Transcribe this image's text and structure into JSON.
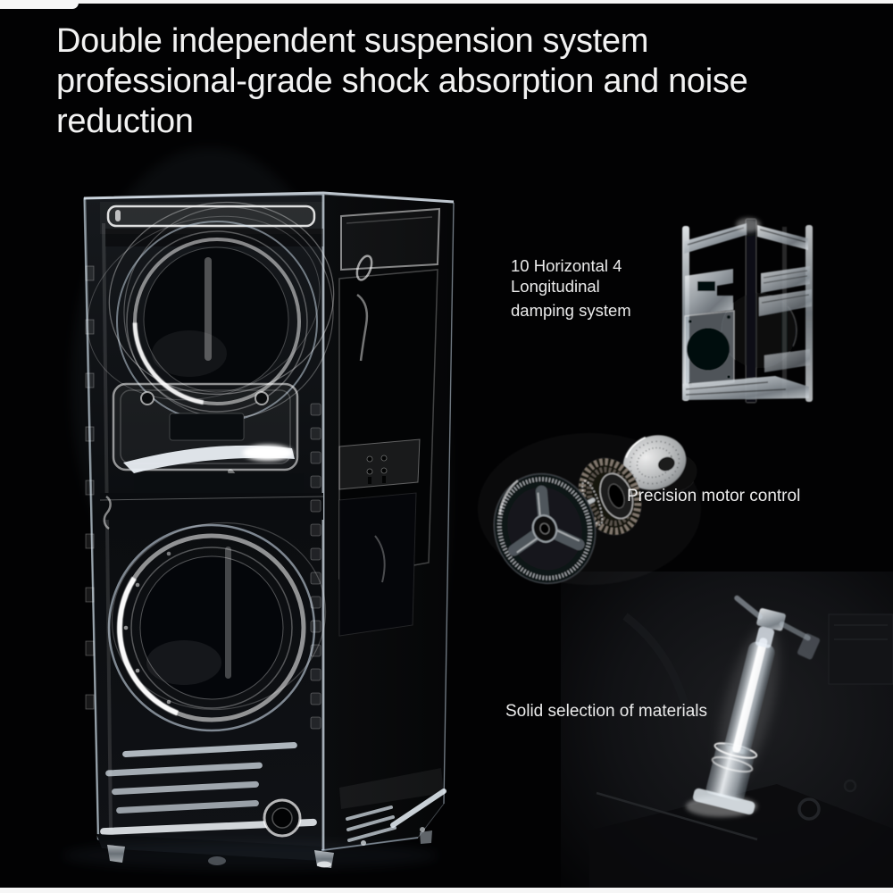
{
  "banner": {
    "background_color": "#020203",
    "edge_color": "#f6f6f6",
    "headline_color": "#f2f2f2",
    "label_color": "#ebebeb"
  },
  "headline": {
    "lines": [
      "Double independent suspension system",
      "professional-grade shock absorption and noise",
      "reduction"
    ]
  },
  "hero_image": "washer-dryer-xray",
  "features": [
    {
      "image": "damping-frame-xray",
      "label_lines": [
        "10 Horizontal 4",
        "Longitudinal",
        "damping system"
      ]
    },
    {
      "image": "motor-exploded-view",
      "label_lines": [
        "Precision motor control"
      ]
    },
    {
      "image": "shock-absorber-closeup",
      "label_lines": [
        "Solid selection of materials"
      ]
    }
  ]
}
